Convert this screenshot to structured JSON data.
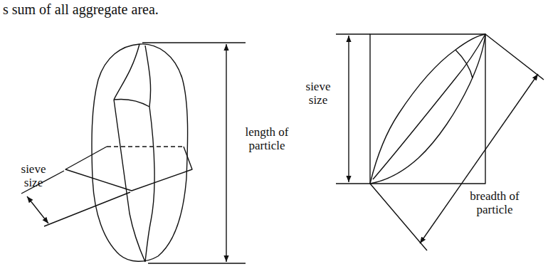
{
  "diagram": {
    "labels": [
      "s sum of all aggregate area.",
      "sieve size",
      "length of particle",
      "sieve size",
      "breadth of particle"
    ]
  }
}
